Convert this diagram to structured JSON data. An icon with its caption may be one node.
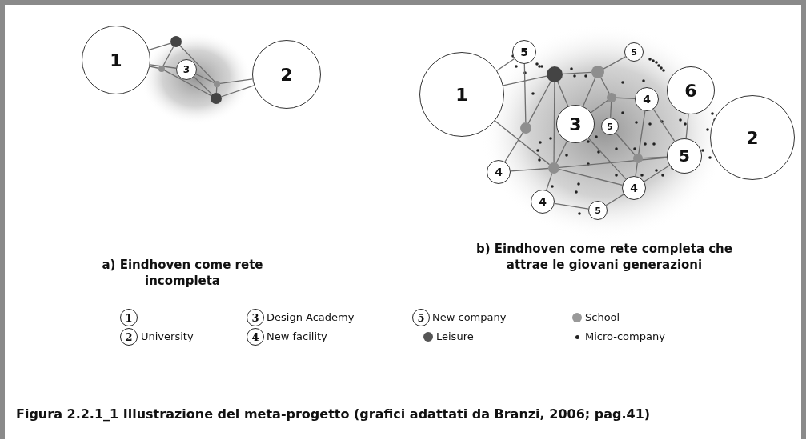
{
  "diagram": {
    "caption": "Figura 2.2.1_1 Illustrazione del meta-progetto (grafici adattati da Branzi, 2006; pag.41)",
    "nodes": [
      {
        "text": [
          "1"
        ]
      },
      {
        "text": [],
        "shape": "circle"
      },
      {
        "text": [],
        "shape": "circle"
      },
      {
        "text": [
          "3"
        ]
      },
      {
        "text": [],
        "shape": "circle"
      },
      {
        "text": [],
        "shape": "circle"
      },
      {
        "text": [
          "2"
        ]
      },
      {
        "text": [
          "5"
        ]
      },
      {
        "text": [
          "5"
        ]
      },
      {
        "text": [],
        "shape": "circle"
      },
      {
        "text": [],
        "shape": "circle"
      },
      {
        "text": [
          "1"
        ]
      },
      {
        "text": [
          "6"
        ]
      },
      {
        "text": [],
        "shape": "circle"
      },
      {
        "text": [
          "4"
        ]
      },
      {
        "text": [
          "3"
        ]
      },
      {
        "text": [
          "5"
        ]
      },
      {
        "text": [],
        "shape": "circle"
      },
      {
        "text": [
          "2"
        ]
      },
      {
        "text": [
          "5"
        ]
      },
      {
        "text": [],
        "shape": "circle"
      },
      {
        "text": [],
        "shape": "circle"
      },
      {
        "text": [
          "4"
        ]
      },
      {
        "text": [
          "4"
        ]
      },
      {
        "text": [
          "4"
        ]
      },
      {
        "text": [
          "5"
        ]
      }
    ],
    "edges": [
      {
        "from": 0,
        "to": 1,
        "arrow": "none"
      },
      {
        "from": 0,
        "to": 3,
        "arrow": "none"
      },
      {
        "from": 0,
        "to": 2,
        "arrow": "none"
      },
      {
        "from": 1,
        "to": 2,
        "arrow": "none"
      },
      {
        "from": 1,
        "to": 4,
        "arrow": "none"
      },
      {
        "from": 2,
        "to": 5,
        "arrow": "none"
      },
      {
        "from": 3,
        "to": 4,
        "arrow": "none"
      },
      {
        "from": 3,
        "to": 5,
        "arrow": "none"
      },
      {
        "from": 4,
        "to": 5,
        "arrow": "none"
      },
      {
        "from": 4,
        "to": 6,
        "arrow": "none"
      },
      {
        "from": 5,
        "to": 6,
        "arrow": "none"
      },
      {
        "from": 11,
        "to": 7,
        "arrow": "none"
      },
      {
        "from": 11,
        "to": 9,
        "arrow": "none"
      },
      {
        "from": 7,
        "to": 17,
        "arrow": "none"
      },
      {
        "from": 9,
        "to": 10,
        "arrow": "none"
      },
      {
        "from": 10,
        "to": 8,
        "arrow": "none"
      },
      {
        "from": 9,
        "to": 15,
        "arrow": "none"
      },
      {
        "from": 9,
        "to": 21,
        "arrow": "none"
      },
      {
        "from": 9,
        "to": 17,
        "arrow": "none"
      },
      {
        "from": 17,
        "to": 22,
        "arrow": "none"
      },
      {
        "from": 11,
        "to": 21,
        "arrow": "none"
      },
      {
        "from": 22,
        "to": 21,
        "arrow": "none"
      },
      {
        "from": 21,
        "to": 15,
        "arrow": "none"
      },
      {
        "from": 21,
        "to": 24,
        "arrow": "none"
      },
      {
        "from": 21,
        "to": 19,
        "arrow": "none"
      },
      {
        "from": 21,
        "to": 23,
        "arrow": "none"
      },
      {
        "from": 24,
        "to": 25,
        "arrow": "none"
      },
      {
        "from": 25,
        "to": 23,
        "arrow": "none"
      },
      {
        "from": 23,
        "to": 20,
        "arrow": "none"
      },
      {
        "from": 23,
        "to": 19,
        "arrow": "none"
      },
      {
        "from": 20,
        "to": 14,
        "arrow": "none"
      },
      {
        "from": 20,
        "to": 19,
        "arrow": "none"
      },
      {
        "from": 10,
        "to": 15,
        "arrow": "none"
      },
      {
        "from": 10,
        "to": 13,
        "arrow": "none"
      },
      {
        "from": 13,
        "to": 14,
        "arrow": "none"
      },
      {
        "from": 13,
        "to": 16,
        "arrow": "none"
      },
      {
        "from": 15,
        "to": 13,
        "arrow": "none"
      },
      {
        "from": 14,
        "to": 19,
        "arrow": "none"
      },
      {
        "from": 12,
        "to": 19,
        "arrow": "none"
      },
      {
        "from": 16,
        "to": 20,
        "arrow": "none"
      },
      {
        "from": 15,
        "to": 23,
        "arrow": "none"
      }
    ],
    "labels": [
      "a) Eindhoven come rete incompleta",
      "b) Eindhoven come rete completa che attrae le giovani generazioni",
      "1",
      "3",
      "5",
      "2",
      "4"
    ],
    "legend": [
      {
        "text": "Design Academy"
      },
      {
        "text": "New company"
      },
      {
        "text": "School",
        "color": "#999999"
      },
      {
        "text": "University"
      },
      {
        "text": "New facility"
      },
      {
        "text": "Leisure",
        "color": "#555555"
      },
      {
        "text": "Micro-company",
        "color": "#222222"
      }
    ]
  }
}
